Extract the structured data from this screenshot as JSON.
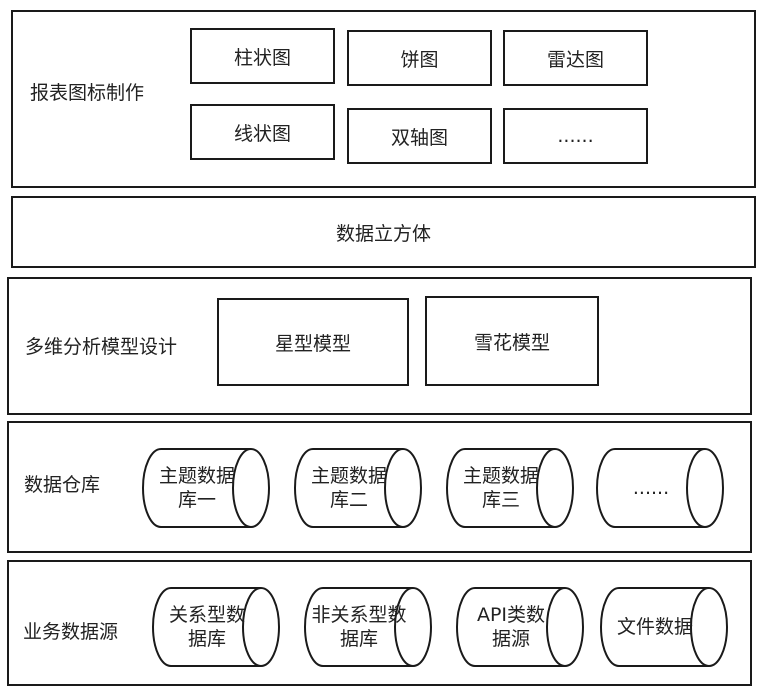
{
  "layers": {
    "charts": {
      "label": "报表图标制作",
      "items": [
        "柱状图",
        "饼图",
        "雷达图",
        "线状图",
        "双轴图",
        "......"
      ]
    },
    "cube": {
      "label": "数据立方体"
    },
    "olap": {
      "label": "多维分析模型设计",
      "items": [
        "星型模型",
        "雪花模型"
      ]
    },
    "warehouse": {
      "label": "数据仓库",
      "items": [
        "主题数据\n库一",
        "主题数据\n库二",
        "主题数据\n库三",
        "......"
      ]
    },
    "sources": {
      "label": "业务数据源",
      "items": [
        "关系型数\n据库",
        "非关系型数\n据库",
        "API类数\n据源",
        "文件数据"
      ]
    }
  }
}
